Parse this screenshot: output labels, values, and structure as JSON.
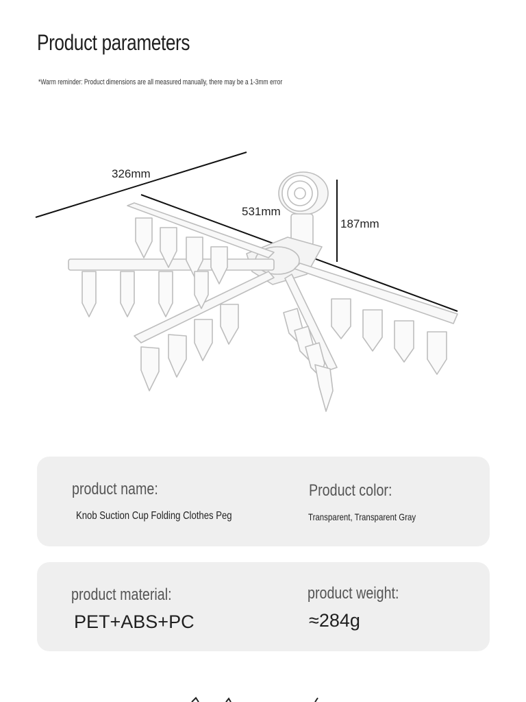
{
  "header": {
    "title": "Product parameters",
    "reminder": "*Warm reminder: Product dimensions are all measured manually, there may be a 1-3mm error"
  },
  "dimensions": {
    "width": "326mm",
    "length": "531mm",
    "height": "187mm"
  },
  "product_info": {
    "name_label": "product name:",
    "name_value": "Knob Suction Cup Folding Clothes Peg",
    "color_label": "Product color:",
    "color_value": "Transparent, Transparent Gray",
    "material_label": "product material:",
    "material_value": "PET+ABS+PC",
    "weight_label": "product weight:",
    "weight_value": "≈284g"
  },
  "colors": {
    "card_background": "#efefef",
    "text_dark": "#1f1f1f",
    "label_gray": "#555555",
    "product_outline": "#bdbdbd"
  }
}
